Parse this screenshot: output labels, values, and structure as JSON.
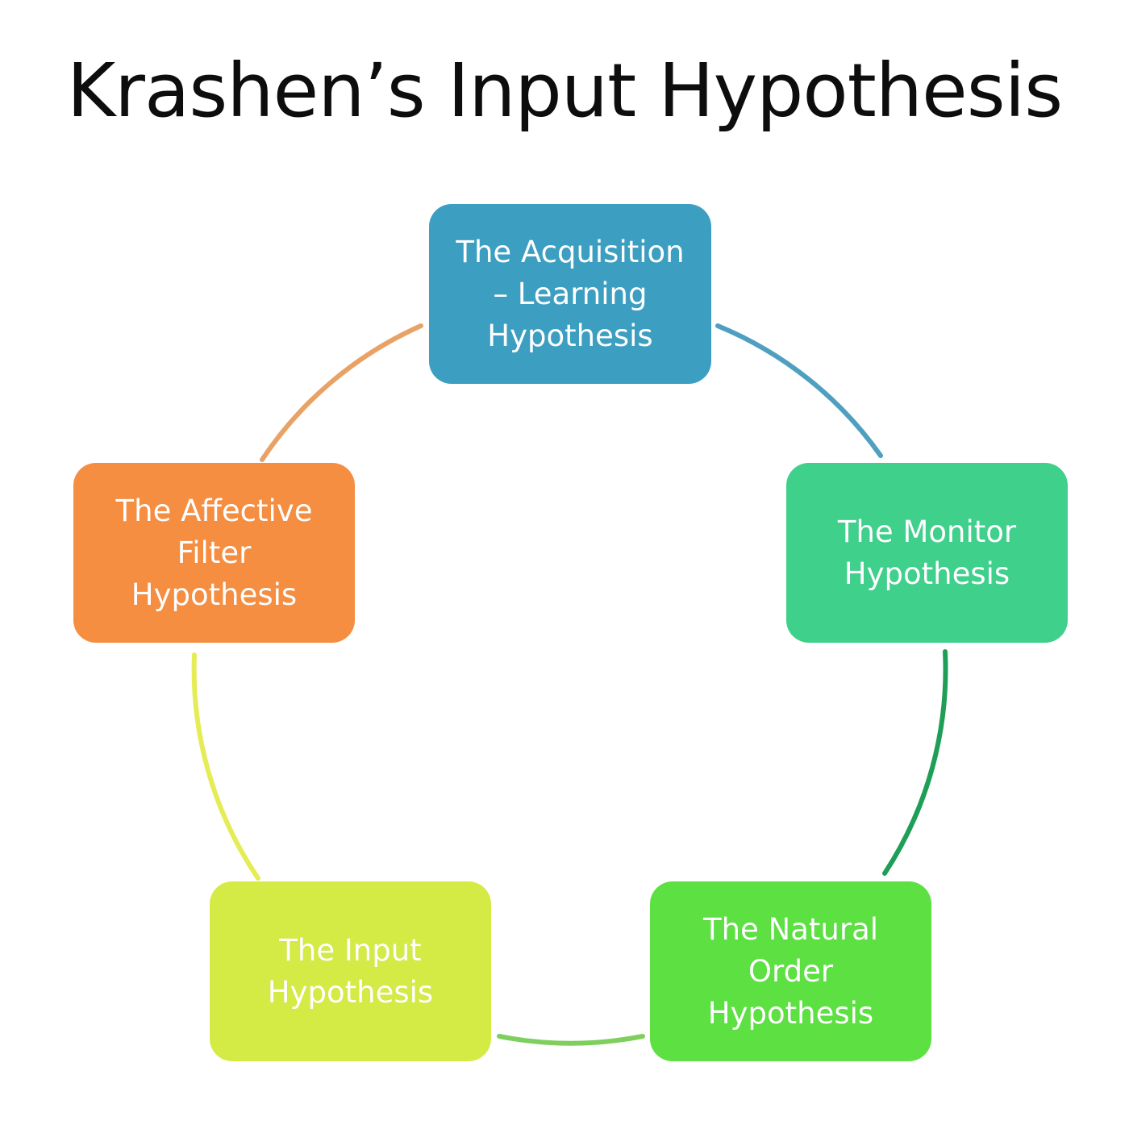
{
  "title": "Krashen’s Input Hypothesis",
  "nodes": [
    {
      "id": "acquisition-learning",
      "label": "The Acquisition\n– Learning\nHypothesis",
      "color": "#3c9fc2"
    },
    {
      "id": "monitor",
      "label": "The Monitor\nHypothesis",
      "color": "#3fd08c"
    },
    {
      "id": "natural-order",
      "label": "The Natural\nOrder\nHypothesis",
      "color": "#5ce042"
    },
    {
      "id": "input",
      "label": "The Input\nHypothesis",
      "color": "#d4eb46"
    },
    {
      "id": "affective-filter",
      "label": "The Affective\nFilter\nHypothesis",
      "color": "#f58e41"
    }
  ],
  "connectors": [
    {
      "from": "acquisition-learning",
      "to": "monitor",
      "color": "#4f9fc0"
    },
    {
      "from": "monitor",
      "to": "natural-order",
      "color": "#1f9e57"
    },
    {
      "from": "natural-order",
      "to": "input",
      "color": "#7fcf5e"
    },
    {
      "from": "input",
      "to": "affective-filter",
      "color": "#e6ec55"
    },
    {
      "from": "affective-filter",
      "to": "acquisition-learning",
      "color": "#e9a265"
    }
  ]
}
